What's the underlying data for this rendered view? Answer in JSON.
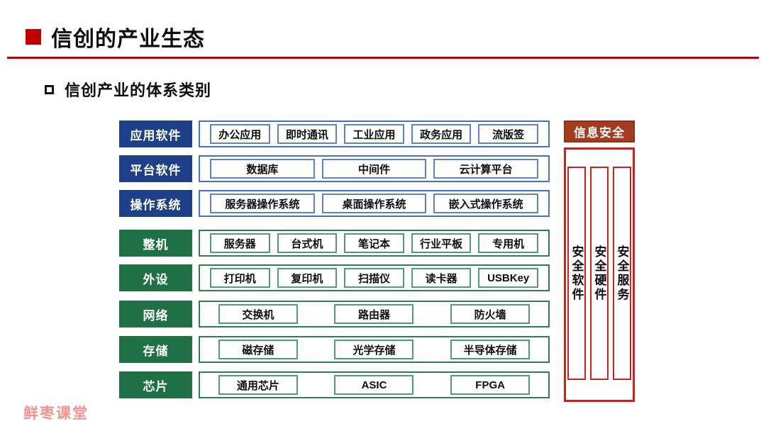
{
  "page": {
    "title": "信创的产业生态",
    "subtitle": "信创产业的体系类别",
    "watermark": "鲜枣课堂"
  },
  "colors": {
    "accent_red": "#C00000",
    "blue_label": "#1D4089",
    "blue_border": "#4472C4",
    "green_label": "#1F7145",
    "green_border": "#2E7D51",
    "security_header_bg": "#A43A1F",
    "security_border": "#C9241D",
    "watermark_pink": "#F9918A"
  },
  "diagram": {
    "rows": [
      {
        "label": "应用软件",
        "theme": "blue",
        "items": [
          "办公应用",
          "即时通讯",
          "工业应用",
          "政务应用",
          "流版签"
        ]
      },
      {
        "label": "平台软件",
        "theme": "blue",
        "items": [
          "数据库",
          "中间件",
          "云计算平台"
        ]
      },
      {
        "label": "操作系统",
        "theme": "blue",
        "items": [
          "服务器操作系统",
          "桌面操作系统",
          "嵌入式操作系统"
        ]
      },
      {
        "label": "整机",
        "theme": "green",
        "items": [
          "服务器",
          "台式机",
          "笔记本",
          "行业平板",
          "专用机"
        ]
      },
      {
        "label": "外设",
        "theme": "green",
        "items": [
          "打印机",
          "复印机",
          "扫描仪",
          "读卡器",
          "USBKey"
        ]
      },
      {
        "label": "网络",
        "theme": "green",
        "items": [
          "交换机",
          "路由器",
          "防火墙"
        ]
      },
      {
        "label": "存储",
        "theme": "green",
        "items": [
          "磁存储",
          "光学存储",
          "半导体存储"
        ]
      },
      {
        "label": "芯片",
        "theme": "green",
        "items": [
          "通用芯片",
          "ASIC",
          "FPGA"
        ]
      }
    ],
    "security": {
      "header": "信息安全",
      "columns": [
        "安全软件",
        "安全硬件",
        "安全服务"
      ]
    }
  }
}
